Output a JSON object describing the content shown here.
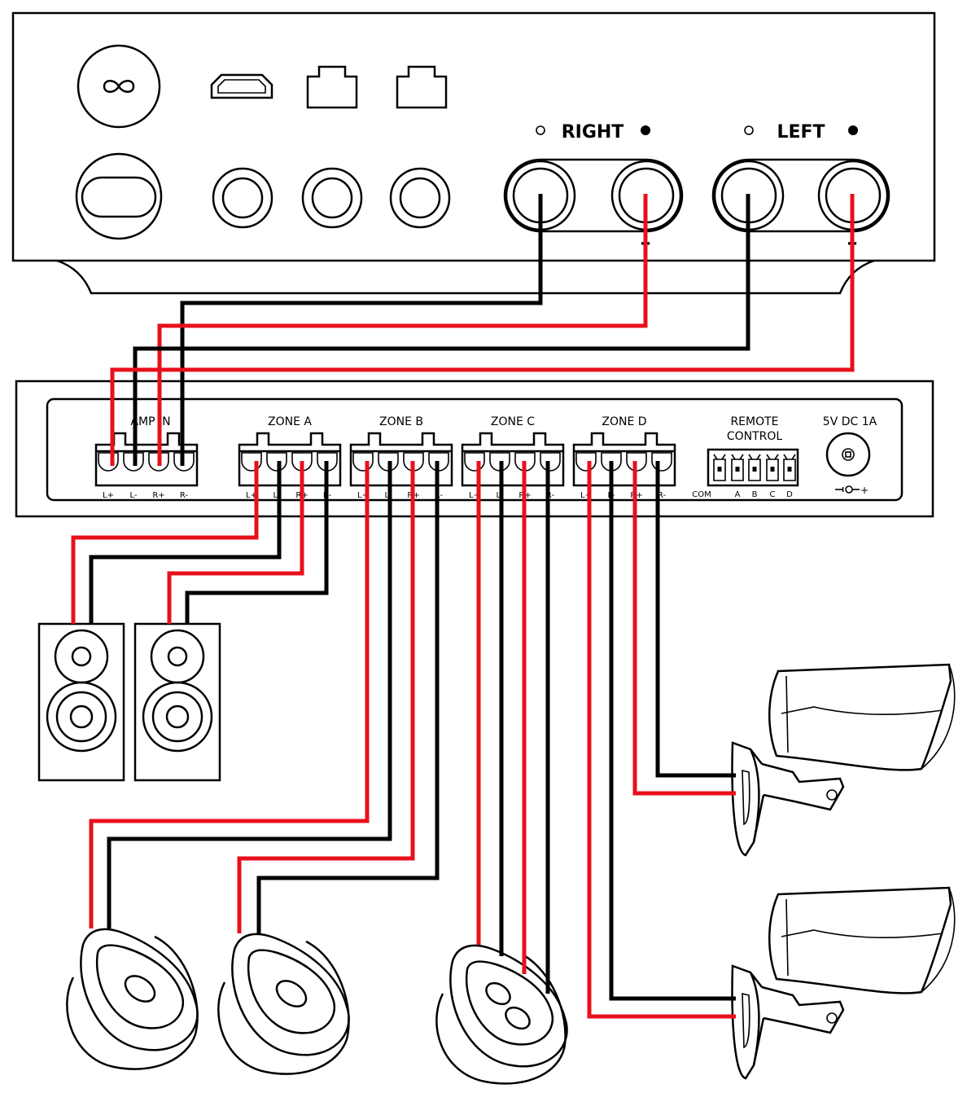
{
  "colors": {
    "positive_wire": "#e8101c",
    "negative_wire": "#000000",
    "outline": "#000000",
    "background": "#ffffff"
  },
  "amplifier": {
    "logo_icon": "infinity-icon",
    "channels": [
      {
        "label": "RIGHT",
        "minus": "–"
      },
      {
        "label": "LEFT",
        "minus": "–"
      }
    ]
  },
  "distributor": {
    "amp_in": {
      "label": "AMP IN",
      "pins": [
        "L+",
        "L-",
        "R+",
        "R-"
      ]
    },
    "zones": [
      {
        "label": "ZONE A",
        "pins": [
          "L+",
          "L-",
          "R+",
          "R-"
        ]
      },
      {
        "label": "ZONE B",
        "pins": [
          "L+",
          "L-",
          "R+",
          "R-"
        ]
      },
      {
        "label": "ZONE C",
        "pins": [
          "L+",
          "L-",
          "R+",
          "R-"
        ]
      },
      {
        "label": "ZONE D",
        "pins": [
          "L+",
          "L-",
          "R+",
          "R-"
        ]
      }
    ],
    "remote": {
      "label_line1": "REMOTE",
      "label_line2": "CONTROL",
      "pins": [
        "COM",
        "A",
        "B",
        "C",
        "D"
      ]
    },
    "power": {
      "label": "5V DC 1A",
      "polarity": "+"
    }
  }
}
